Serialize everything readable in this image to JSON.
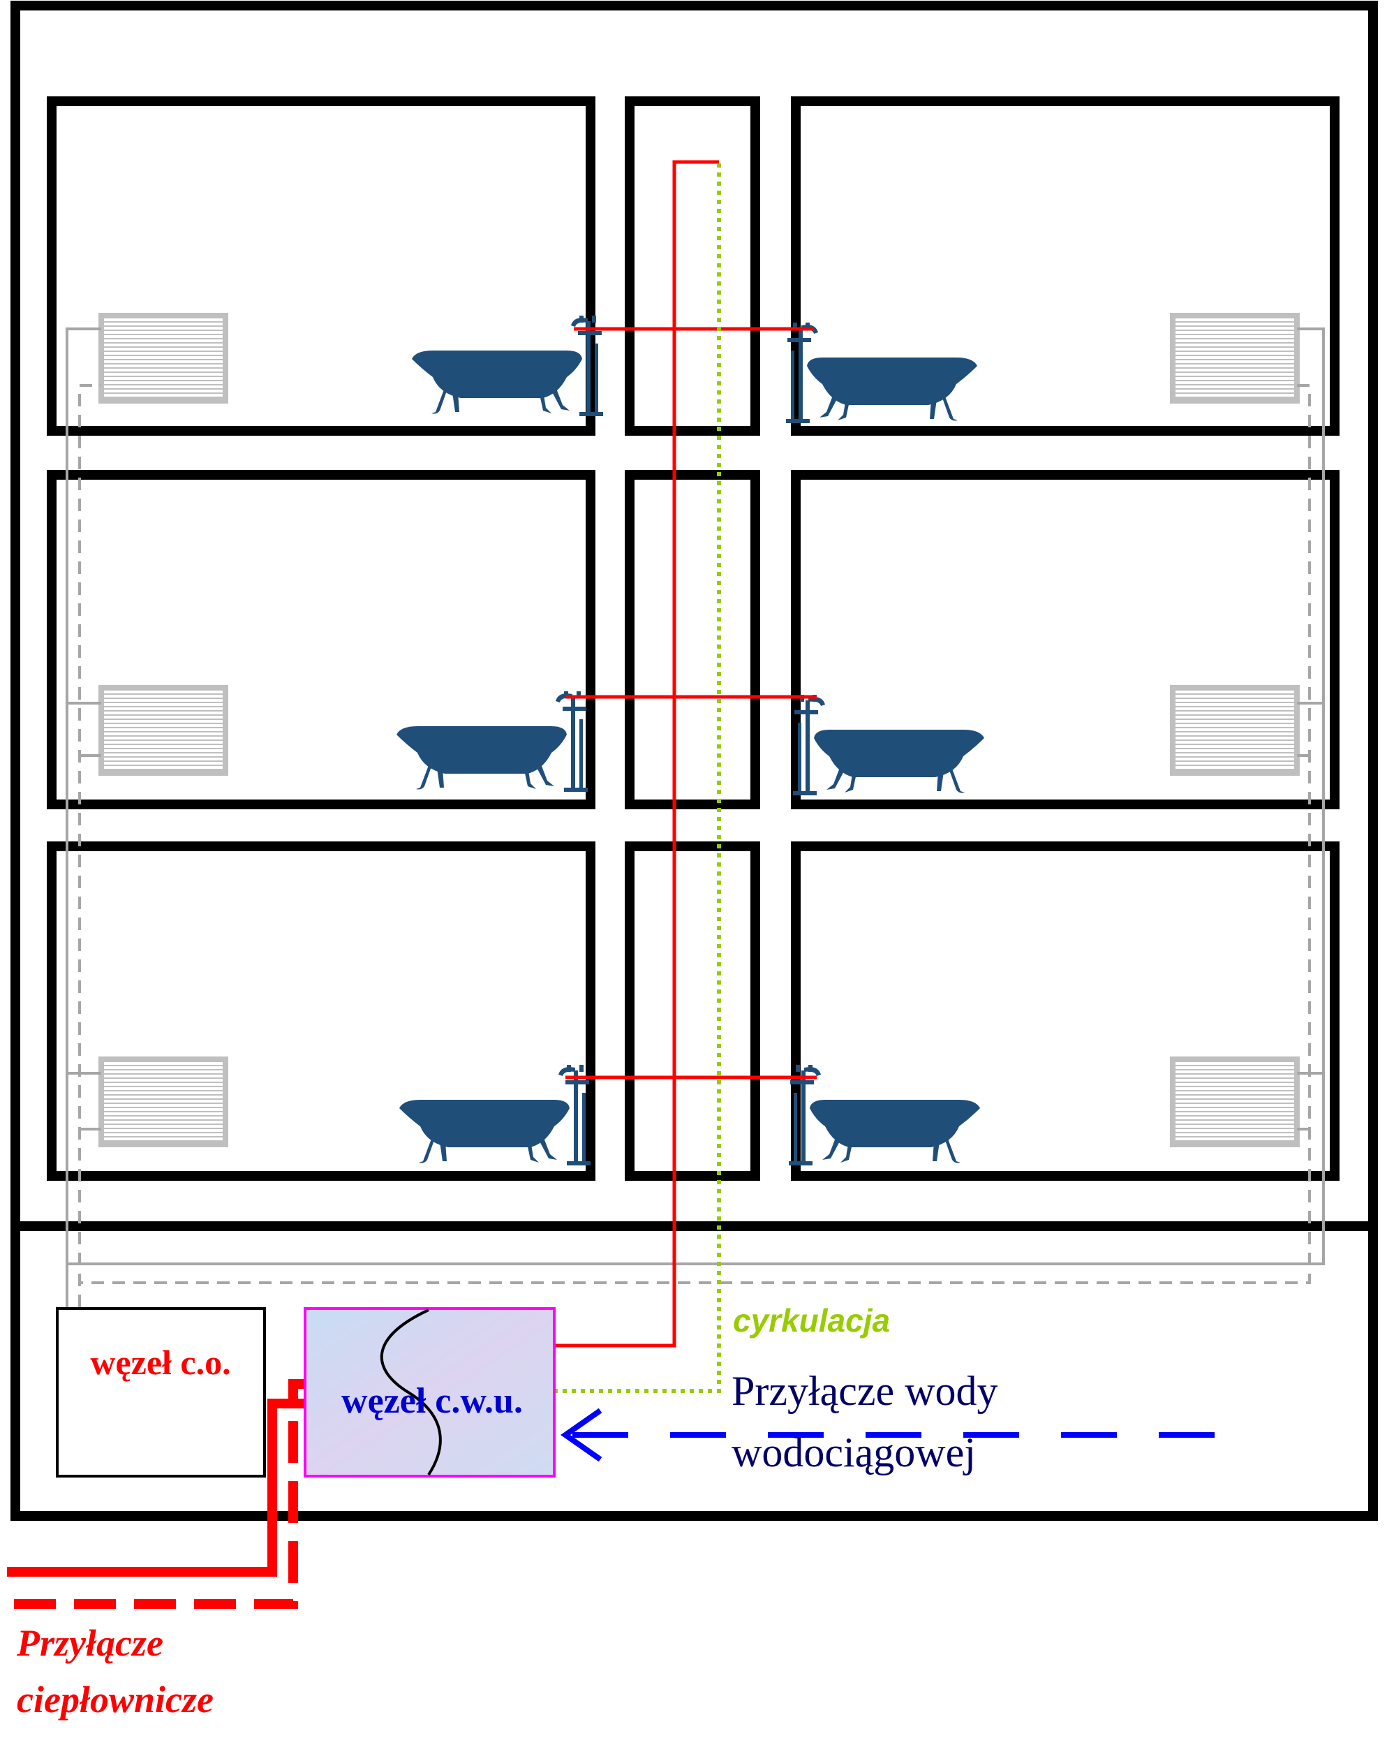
{
  "labels": {
    "node_co": "węzeł c.o.",
    "node_cwu": "węzeł c.w.u.",
    "circulation": "cyrkulacja",
    "water_connection_line1": "Przyłącze wody",
    "water_connection_line2": "wodociągowej",
    "heat_connection_line1": "Przyłącze",
    "heat_connection_line2": "ciepłownicze"
  },
  "colors": {
    "wall": "#000000",
    "hot_water_pipe": "#ff0000",
    "circulation_pipe": "#99cc00",
    "heating_pipe": "#a6a6a6",
    "cold_water_pipe": "#0000ff",
    "water_connection_text": "#000066",
    "node_cwu_border": "#ff00ff",
    "node_cwu_text": "#0000cc",
    "bathtub": "#1f4e79",
    "radiator": "#bfbfbf"
  },
  "icons": {
    "bathtub": "bathtub-icon",
    "radiator": "radiator-icon",
    "heat_exchanger": "heat-exchanger-coil-icon",
    "inlet_arrow": "arrow-left-icon"
  }
}
